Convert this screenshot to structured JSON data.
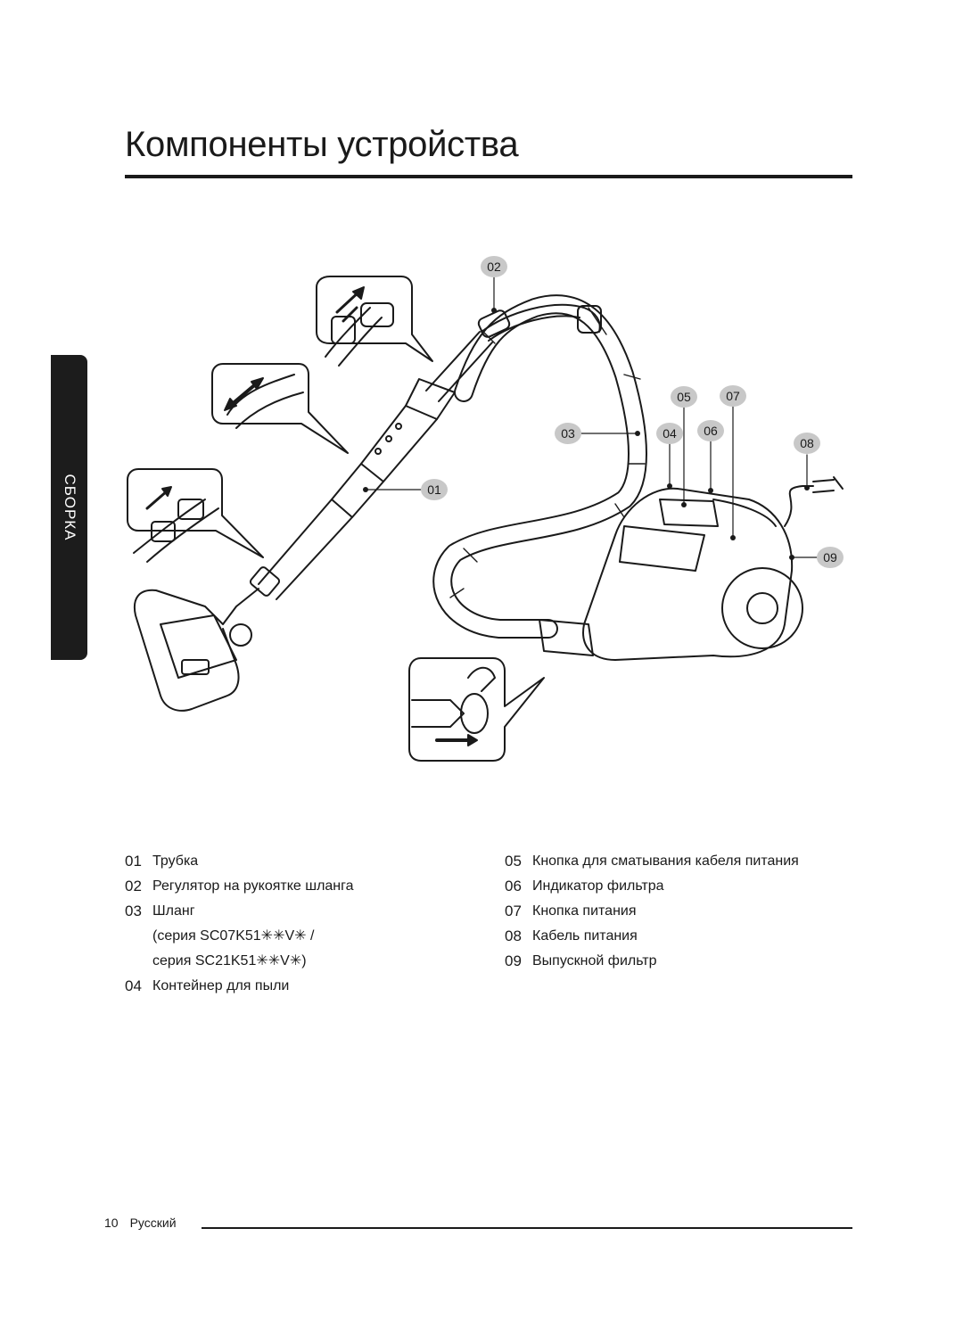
{
  "page": {
    "title": "Компоненты устройства",
    "section_tab": "СБОРКА"
  },
  "diagram": {
    "callouts": [
      "01",
      "02",
      "03",
      "04",
      "05",
      "06",
      "07",
      "08",
      "09"
    ]
  },
  "legend": {
    "left": [
      {
        "num": "01",
        "label": "Трубка"
      },
      {
        "num": "02",
        "label": "Регулятор на рукоятке шланга"
      },
      {
        "num": "03",
        "label": "Шланг",
        "sub": [
          "(серия SC07K51✳✳V✳ /",
          "серия SC21K51✳✳V✳)"
        ]
      },
      {
        "num": "04",
        "label": "Контейнер для пыли"
      }
    ],
    "right": [
      {
        "num": "05",
        "label": "Кнопка для сматывания кабеля питания"
      },
      {
        "num": "06",
        "label": "Индикатор фильтра"
      },
      {
        "num": "07",
        "label": "Кнопка питания"
      },
      {
        "num": "08",
        "label": "Кабель питания"
      },
      {
        "num": "09",
        "label": "Выпускной фильтр"
      }
    ]
  },
  "footer": {
    "page_number": "10",
    "language": "Русский"
  }
}
